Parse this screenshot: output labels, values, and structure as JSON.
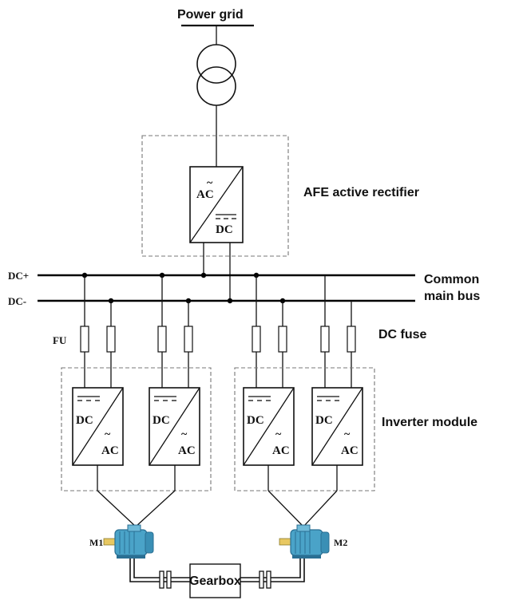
{
  "labels": {
    "power_grid": "Power grid",
    "afe": "AFE active rectifier",
    "common_bus_1": "Common",
    "common_bus_2": "main bus",
    "dc_fuse": "DC fuse",
    "inverter_module": "Inverter module",
    "dc_plus": "DC+",
    "dc_minus": "DC-",
    "fu": "FU",
    "m1": "M1",
    "m2": "M2",
    "gearbox": "Gearbox"
  },
  "rectifier": {
    "top": "AC",
    "bottom": "DC"
  },
  "inverters": [
    {
      "top": "DC",
      "bottom": "AC"
    },
    {
      "top": "DC",
      "bottom": "AC"
    },
    {
      "top": "DC",
      "bottom": "AC"
    },
    {
      "top": "DC",
      "bottom": "AC"
    }
  ],
  "colors": {
    "motor": "#4aa3c8",
    "motor_dark": "#2a6f93",
    "shaft": "#111111"
  }
}
